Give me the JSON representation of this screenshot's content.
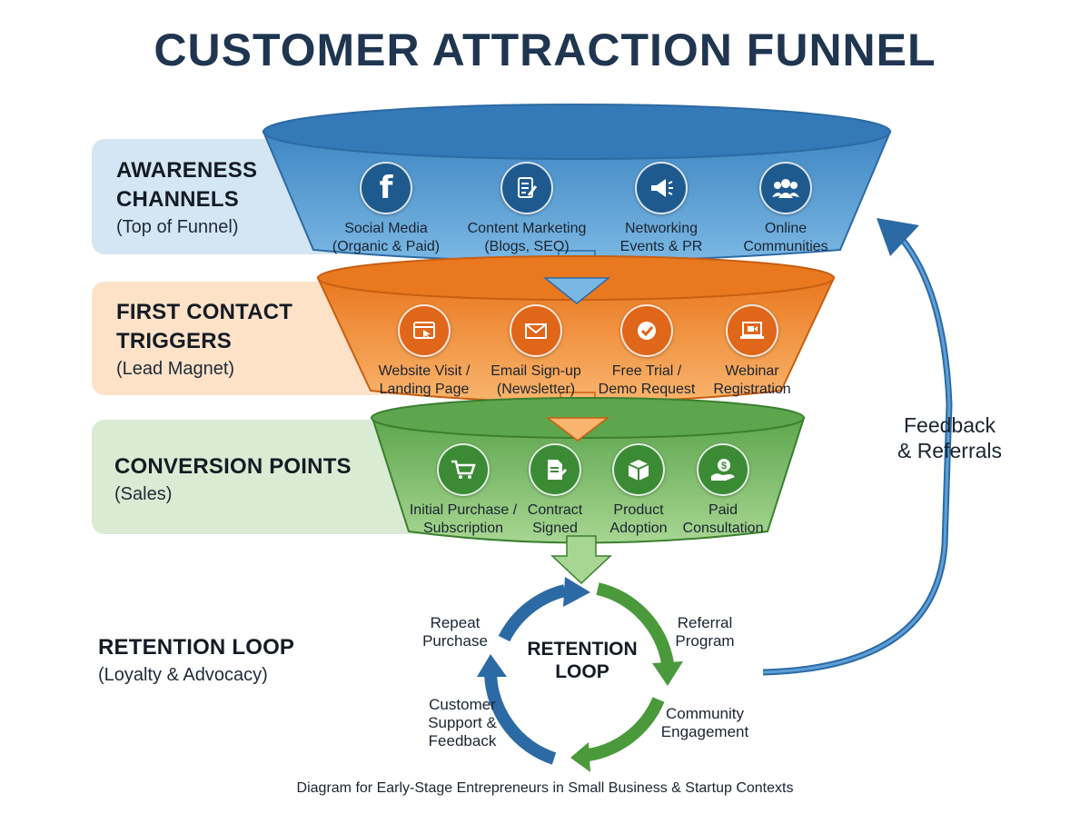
{
  "title": "CUSTOMER ATTRACTION FUNNEL",
  "colors": {
    "blue": "#4d93ce",
    "orange": "#f08a2e",
    "green": "#6fb15f",
    "dark_blue": "#1f5a8f",
    "dark_green": "#3b8b35"
  },
  "stages": [
    {
      "title_line1": "AWARENESS",
      "title_line2": "CHANNELS",
      "subtitle": "(Top of Funnel)",
      "items": [
        {
          "icon": "facebook-icon",
          "line1": "Social Media",
          "line2": "(Organic & Paid)"
        },
        {
          "icon": "document-edit-icon",
          "line1": "Content Marketing",
          "line2": "(Blogs, SEO)"
        },
        {
          "icon": "megaphone-icon",
          "line1": "Networking",
          "line2": "Events & PR"
        },
        {
          "icon": "people-group-icon",
          "line1": "Online",
          "line2": "Communities"
        }
      ]
    },
    {
      "title_line1": "FIRST CONTACT",
      "title_line2": "TRIGGERS",
      "subtitle": "(Lead Magnet)",
      "items": [
        {
          "icon": "browser-cursor-icon",
          "line1": "Website Visit /",
          "line2": "Landing Page"
        },
        {
          "icon": "envelope-icon",
          "line1": "Email Sign-up",
          "line2": "(Newsletter)"
        },
        {
          "icon": "check-badge-icon",
          "line1": "Free Trial /",
          "line2": "Demo Request"
        },
        {
          "icon": "laptop-video-icon",
          "line1": "Webinar",
          "line2": "Registration"
        }
      ]
    },
    {
      "title_line1": "CONVERSION POINTS",
      "subtitle": "(Sales)",
      "items": [
        {
          "icon": "shopping-cart-icon",
          "line1": "Initial Purchase /",
          "line2": "Subscription"
        },
        {
          "icon": "contract-sign-icon",
          "line1": "Contract",
          "line2": "Signed"
        },
        {
          "icon": "package-box-icon",
          "line1": "Product",
          "line2": "Adoption"
        },
        {
          "icon": "hand-coin-icon",
          "line1": "Paid",
          "line2": "Consultation"
        }
      ]
    }
  ],
  "retention": {
    "title": "RETENTION LOOP",
    "subtitle": "(Loyalty & Advocacy)",
    "center_line1": "RETENTION",
    "center_line2": "LOOP",
    "repeat_line1": "Repeat",
    "repeat_line2": "Purchase",
    "referral_line1": "Referral",
    "referral_line2": "Program",
    "community_line1": "Community",
    "community_line2": "Engagement",
    "support_line1": "Customer",
    "support_line2": "Support &",
    "support_line3": "Feedback"
  },
  "feedback_line1": "Feedback",
  "feedback_line2": "& Referrals",
  "footer": "Diagram for Early-Stage Entrepreneurs in Small Business & Startup Contexts"
}
